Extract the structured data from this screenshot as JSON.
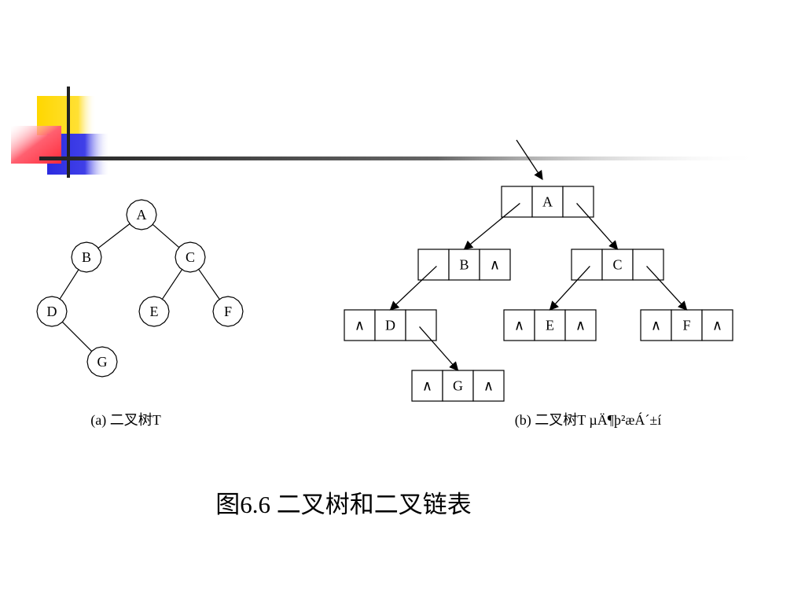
{
  "decoration": {
    "yellow": "#FFD700",
    "blue": "#2B2BE0",
    "red": "#FF4D5A",
    "rule": "#333333"
  },
  "tree": {
    "nodes": [
      {
        "id": "A",
        "label": "A"
      },
      {
        "id": "B",
        "label": "B"
      },
      {
        "id": "C",
        "label": "C"
      },
      {
        "id": "D",
        "label": "D"
      },
      {
        "id": "E",
        "label": "E"
      },
      {
        "id": "F",
        "label": "F"
      },
      {
        "id": "G",
        "label": "G"
      }
    ],
    "edges": [
      [
        "A",
        "B"
      ],
      [
        "A",
        "C"
      ],
      [
        "B",
        "D"
      ],
      [
        "C",
        "E"
      ],
      [
        "C",
        "F"
      ],
      [
        "D",
        "G"
      ]
    ],
    "caption": "(a) 二叉树T"
  },
  "linked": {
    "null_symbol": "∧",
    "nodes": [
      {
        "id": "A",
        "label": "A",
        "left": "",
        "right": ""
      },
      {
        "id": "B",
        "label": "B",
        "left": "",
        "right": "∧"
      },
      {
        "id": "C",
        "label": "C",
        "left": "",
        "right": ""
      },
      {
        "id": "D",
        "label": "D",
        "left": "∧",
        "right": ""
      },
      {
        "id": "E",
        "label": "E",
        "left": "∧",
        "right": "∧"
      },
      {
        "id": "F",
        "label": "F",
        "left": "∧",
        "right": "∧"
      },
      {
        "id": "G",
        "label": "G",
        "left": "∧",
        "right": "∧"
      }
    ],
    "links": [
      [
        "A",
        "left",
        "B"
      ],
      [
        "A",
        "right",
        "C"
      ],
      [
        "B",
        "left",
        "D"
      ],
      [
        "C",
        "left",
        "E"
      ],
      [
        "C",
        "right",
        "F"
      ],
      [
        "D",
        "right",
        "G"
      ]
    ],
    "caption": "(b) 二叉树T µÄ¶þ²æÁ´±í"
  },
  "figure_title": "图6.6 二叉树和二叉链表"
}
